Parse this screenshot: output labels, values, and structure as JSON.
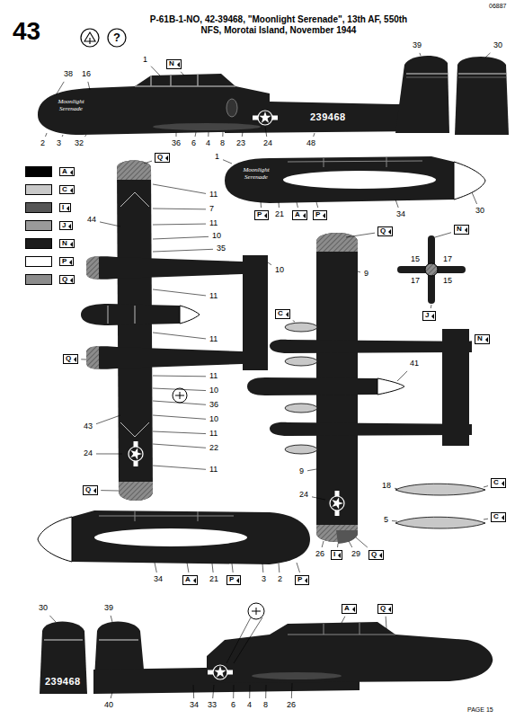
{
  "diagram": {
    "title": "P-61B-1-NO, 42-39468, \"Moonlight Serenade\", 13th AF, 550th NFS, Morotai Island, November 1944",
    "labels": [
      "43",
      "?",
      "06887",
      "PAGE 15",
      "38",
      "16",
      "1",
      "N",
      "39",
      "30",
      "Moonlight Serenade",
      "239468",
      "2",
      "3",
      "32",
      "36",
      "6",
      "4",
      "8",
      "23",
      "24",
      "48",
      "1",
      "Moonlight Serenade",
      "P",
      "21",
      "A",
      "P",
      "34",
      "30",
      "Q",
      "11",
      "7",
      "44",
      "11",
      "10",
      "35",
      "10",
      "11",
      "11",
      "11",
      "10",
      "36",
      "10",
      "11",
      "43",
      "22",
      "24",
      "Q",
      "Q",
      "11",
      "Q",
      "9",
      "C",
      "41",
      "N",
      "9",
      "24",
      "26",
      "I",
      "29",
      "Q",
      "N",
      "15",
      "17",
      "17",
      "15",
      "J",
      "18",
      "C",
      "5",
      "C",
      "34",
      "A",
      "21",
      "P",
      "3",
      "2",
      "P",
      "30",
      "39",
      "A",
      "Q",
      "239468",
      "40",
      "34",
      "33",
      "6",
      "4",
      "8",
      "26"
    ],
    "legend": [
      {
        "text": "A",
        "color": "#000000"
      },
      {
        "text": "C",
        "color": "#c8c8c8"
      },
      {
        "text": "I",
        "color": "#555555"
      },
      {
        "text": "J",
        "color": "#9a9a9a"
      },
      {
        "text": "N",
        "color": "#1c1c1c"
      },
      {
        "text": "P",
        "color": "#ffffff"
      },
      {
        "text": "Q",
        "color": "#8c8c8c"
      }
    ]
  }
}
